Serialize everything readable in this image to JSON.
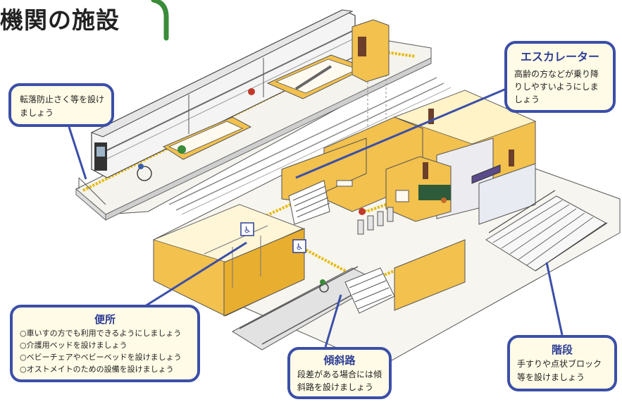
{
  "title": "機関の施設",
  "callouts": {
    "fall_prevention": {
      "lines": [
        "転落防止さく等を設け",
        "ましょう"
      ]
    },
    "escalator": {
      "heading": "エスカレーター",
      "lines": [
        "高齢の方などが乗り降",
        "りしやすいようにしま",
        "しょう"
      ]
    },
    "toilet": {
      "heading": "便所",
      "lines": [
        "○車いすの方でも利用できるようにしましょう",
        "○介護用ベッドを設けましょう",
        "○ベビーチェアやベビーベッドを設けましょう",
        "○オストメイトのための設備を設けましょう"
      ]
    },
    "slope": {
      "heading": "傾斜路",
      "lines": [
        "段差がある場合には傾",
        "斜路を設けましょう"
      ]
    },
    "stairs": {
      "heading": "階段",
      "lines": [
        "手すりや点状ブロック",
        "等を設けましょう"
      ]
    }
  },
  "colors": {
    "callout_border": "#3b4fa8",
    "callout_fill": "#fffbe6",
    "wall_yellow": "#f2c14e",
    "wall_dark": "#d9a02e",
    "tactile": "#e7b900",
    "title_bracket": "#3a8b3a"
  },
  "icons": [
    "wheelchair-sign-icon",
    "wheelchair-sign-icon",
    "person-wheelchair-icon"
  ]
}
